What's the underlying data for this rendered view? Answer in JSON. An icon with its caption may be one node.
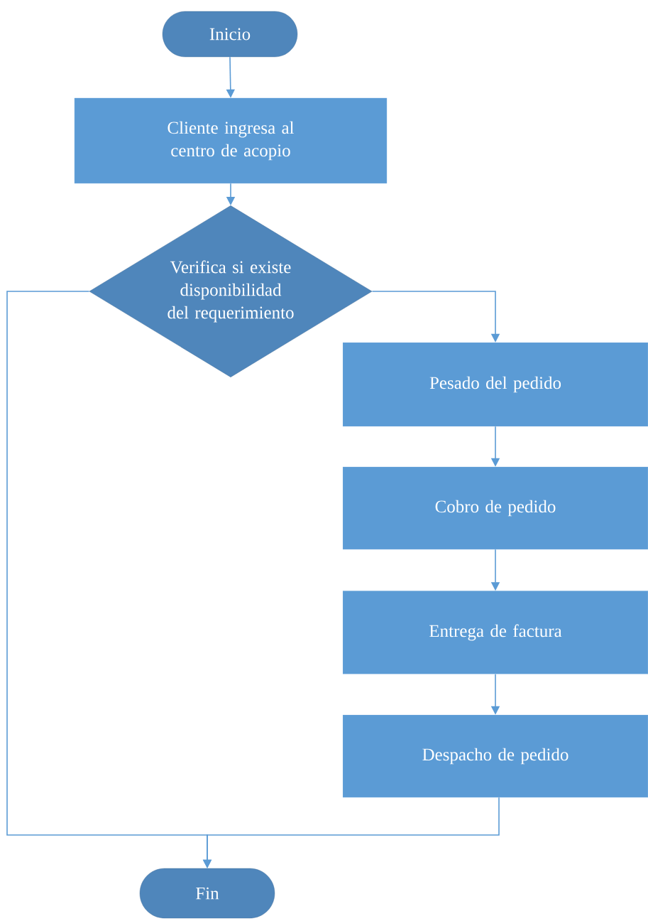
{
  "diagram": {
    "nodes": [
      {
        "text": [
          "Inicio"
        ]
      },
      {
        "text": [
          "Cliente ingresa al centro de acopio"
        ]
      },
      {
        "text": [
          "Verifica si existe disponibilidad del requerimiento"
        ]
      },
      {
        "text": [
          "Pesado del pedido"
        ]
      },
      {
        "text": [
          "Cobro de pedido"
        ]
      },
      {
        "text": [
          "Entrega de factura"
        ]
      },
      {
        "text": [
          "Despacho de pedido"
        ]
      },
      {
        "text": [
          "Fin"
        ]
      }
    ],
    "edges": [
      {
        "from": 0,
        "to": 1,
        "arrow": "to"
      },
      {
        "from": 1,
        "to": 2,
        "arrow": "to"
      },
      {
        "from": 2,
        "to": 3,
        "arrow": "to"
      },
      {
        "from": 3,
        "to": 4,
        "arrow": "to"
      },
      {
        "from": 4,
        "to": 5,
        "arrow": "to"
      },
      {
        "from": 5,
        "to": 6,
        "arrow": "to"
      },
      {
        "from": 2,
        "to": 7,
        "arrow": "to"
      },
      {
        "from": 6,
        "to": 7,
        "arrow": "to"
      }
    ]
  }
}
